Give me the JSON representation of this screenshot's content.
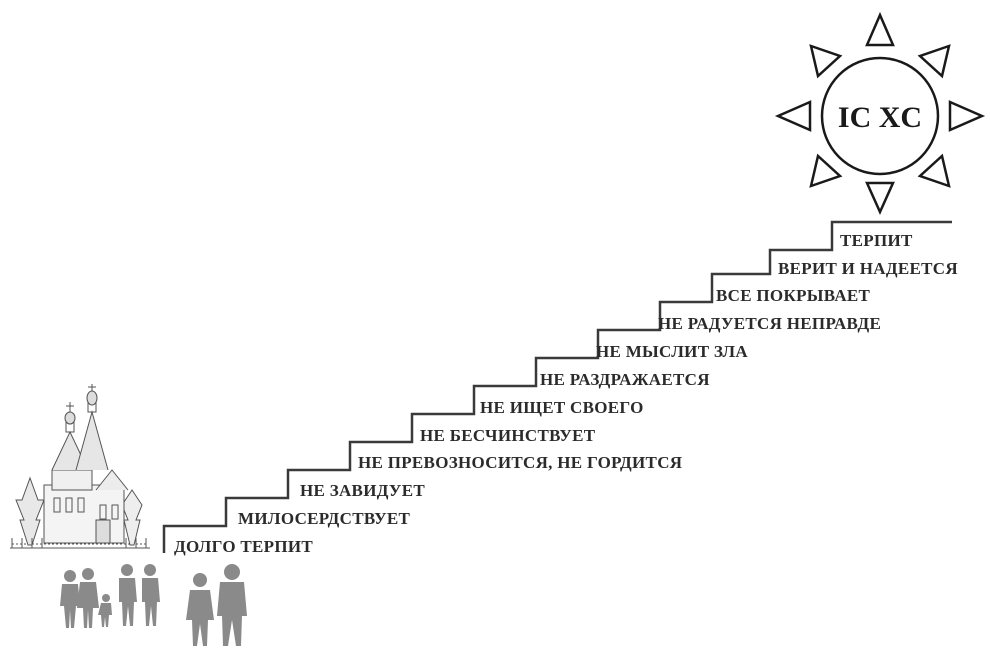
{
  "sun": {
    "monogram": "IC XC"
  },
  "steps": [
    "ДОЛГО ТЕРПИТ",
    "МИЛОСЕРДСТВУЕТ",
    "НЕ ЗАВИДУЕТ",
    "НЕ ПРЕВОЗНОСИТСЯ, НЕ ГОРДИТСЯ",
    "НЕ БЕСЧИНСТВУЕТ",
    "НЕ ИЩЕТ СВОЕГО",
    "НЕ РАЗДРАЖАЕТСЯ",
    "НЕ МЫСЛИТ ЗЛА",
    "НЕ РАДУЕТСЯ НЕПРАВДЕ",
    "ВСЕ ПОКРЫВАЕТ",
    "ВЕРИТ И НАДЕЕТСЯ",
    "ТЕРПИТ"
  ],
  "colors": {
    "line": "#3a3a3a",
    "figures": "#8a8a8a",
    "church": "#555555"
  }
}
